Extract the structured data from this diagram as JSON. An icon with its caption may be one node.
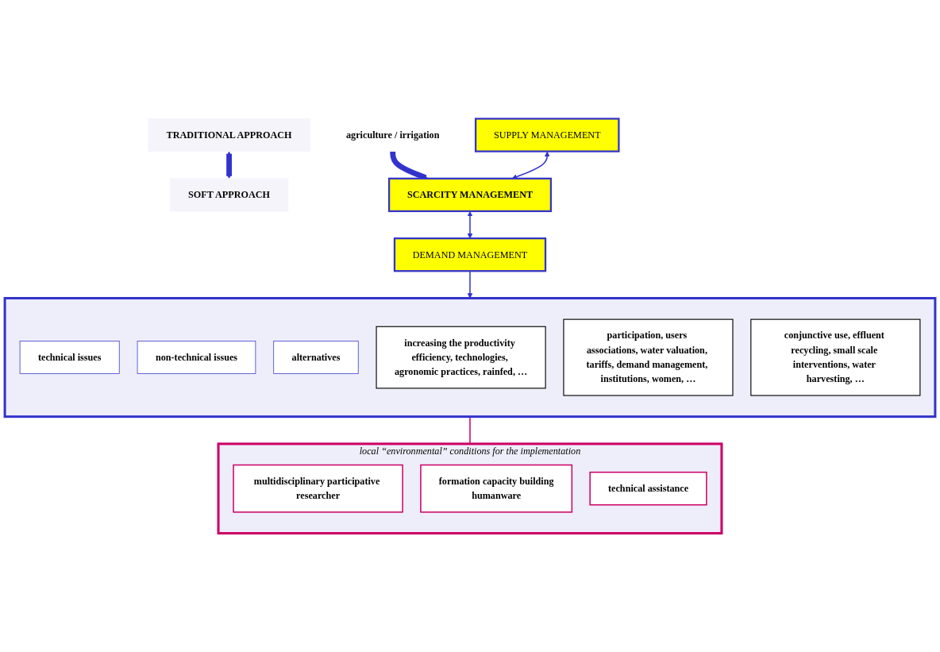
{
  "diagram": {
    "nodes": [
      {
        "text": [
          "TRADITIONAL APPROACH"
        ]
      },
      {
        "text": [
          "agriculture / irrigation"
        ]
      },
      {
        "text": [
          "SOFT APPROACH"
        ]
      },
      {
        "text": [
          "SUPPLY MANAGEMENT"
        ]
      },
      {
        "text": [
          "SCARCITY MANAGEMENT"
        ]
      },
      {
        "text": [
          "DEMAND MANAGEMENT"
        ]
      },
      {
        "text": [],
        "shape": "box"
      },
      {
        "text": [
          "technical issues"
        ],
        "in": 6
      },
      {
        "text": [
          "non-technical issues"
        ],
        "in": 6
      },
      {
        "text": [
          "alternatives"
        ],
        "in": 6
      },
      {
        "text": [
          "increasing the productivity efficiency, technologies, agronomic practices, rainfed, …"
        ],
        "in": 6
      },
      {
        "text": [
          "participation, users associations, water valuation, tariffs, demand management, institutions, women, …"
        ],
        "in": 6
      },
      {
        "text": [
          "conjunctive use, effluent recycling, small scale interventions, water harvesting, …"
        ],
        "in": 6
      },
      {
        "text": [
          "local “environmental” conditions for the implementation"
        ]
      },
      {
        "text": [
          "multidisciplinary participative researcher"
        ],
        "in": 13
      },
      {
        "text": [
          "formation capacity building",
          "humanware"
        ],
        "in": 13
      },
      {
        "text": [
          "technical assistance"
        ],
        "in": 13
      }
    ],
    "edges": [
      {
        "from": 0,
        "to": 2,
        "arrow": "both",
        "style": "thick"
      },
      {
        "from": 1,
        "to": 4,
        "arrow": "to",
        "style": "thick"
      },
      {
        "from": 3,
        "to": 4,
        "arrow": "both"
      },
      {
        "from": 4,
        "to": 5,
        "arrow": "both"
      },
      {
        "from": 5,
        "to": 6,
        "arrow": "to"
      },
      {
        "from": 6,
        "to": 13,
        "arrow": "none",
        "color": "#cc0066"
      }
    ]
  }
}
